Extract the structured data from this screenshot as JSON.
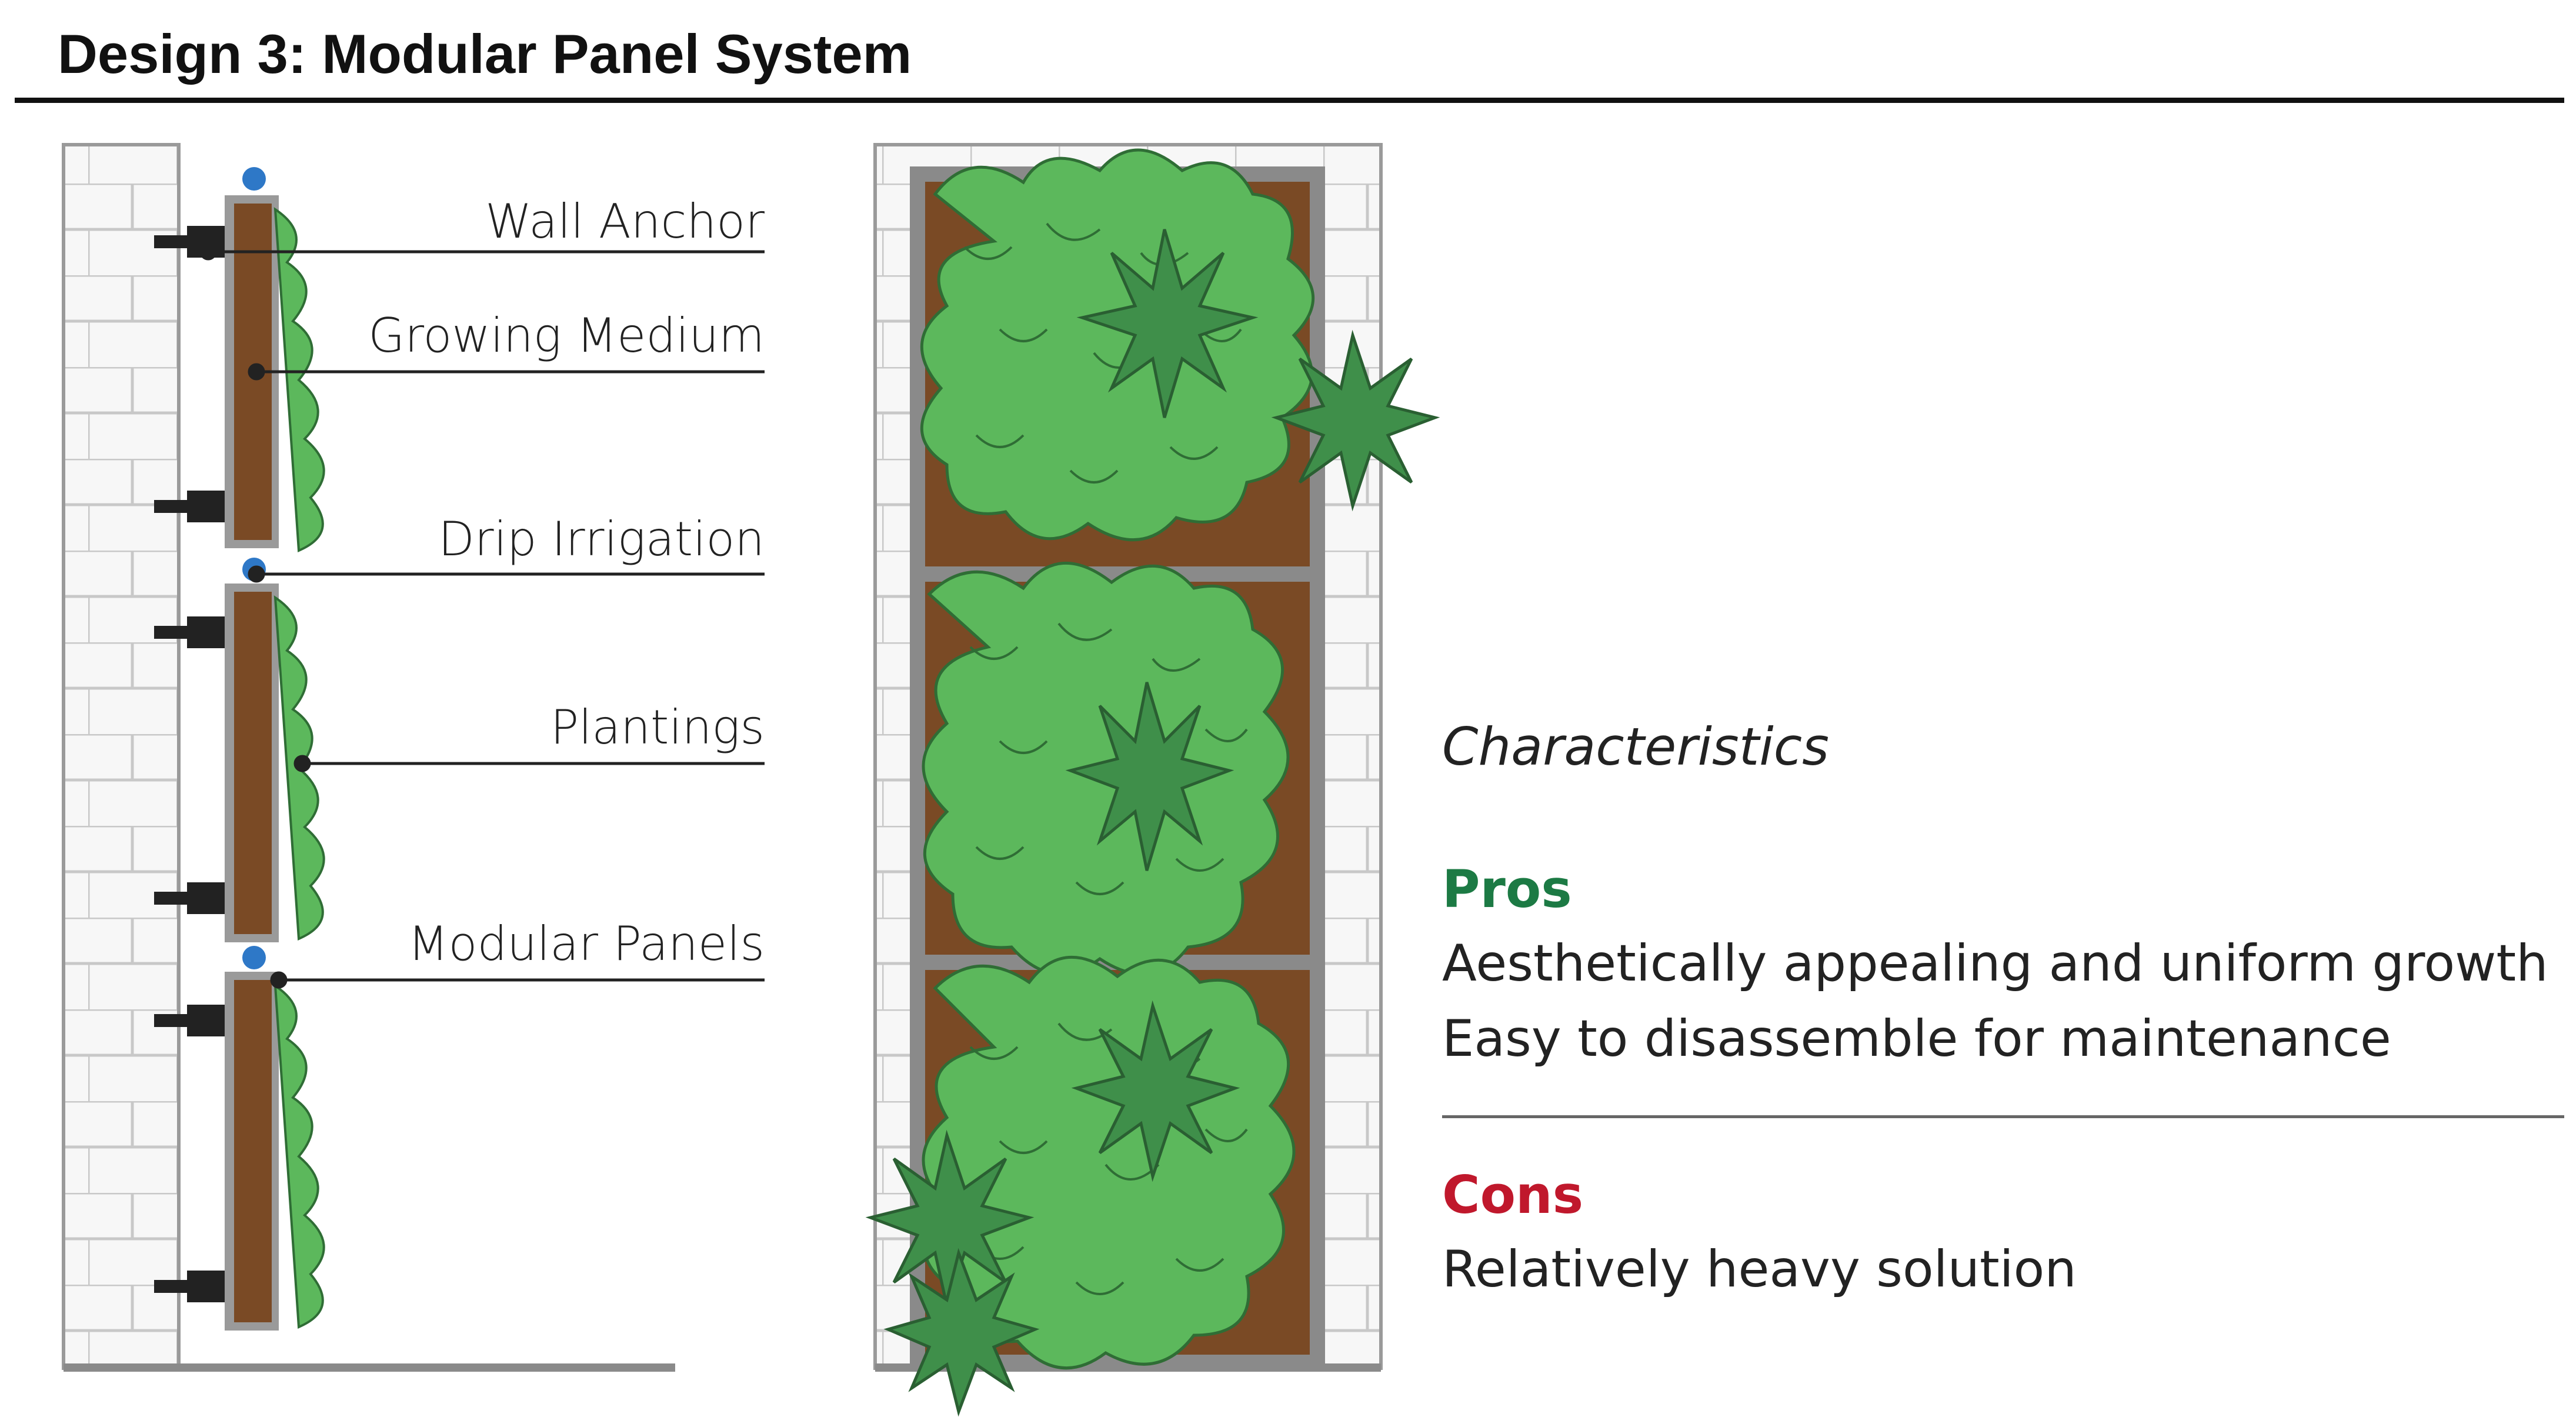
{
  "title": "Design 3: Modular Panel System",
  "callouts": {
    "wall_anchor": "Wall Anchor",
    "growing_medium": "Growing Medium",
    "drip_irrigation": "Drip Irrigation",
    "plantings": "Plantings",
    "modular_panels": "Modular Panels"
  },
  "characteristics": {
    "heading": "Characteristics",
    "pros_heading": "Pros",
    "pros": [
      "Aesthetically appealing and uniform growth",
      "Easy to disassemble for maintenance"
    ],
    "cons_heading": "Cons",
    "cons": [
      "Relatively heavy solution"
    ]
  },
  "colors": {
    "pros": "#1c7a44",
    "cons": "#c0182c",
    "foliage": "#5cb85c",
    "foliage_dark": "#3f8f4a",
    "soil": "#7a4a25",
    "frame": "#8a8a8a",
    "irrigation": "#2e78c7"
  }
}
